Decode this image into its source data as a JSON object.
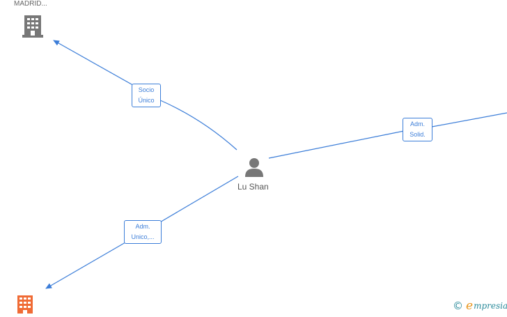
{
  "nodes": {
    "company_top": {
      "label": "MADRID...",
      "icon": "building-icon",
      "color": "#777777"
    },
    "person": {
      "label": "Lu Shan",
      "icon": "person-icon",
      "color": "#777777"
    },
    "company_bottom": {
      "label": "",
      "icon": "building-icon",
      "color": "#f06b35"
    }
  },
  "edges": {
    "socio": {
      "line1": "Socio",
      "line2": "Único"
    },
    "adm_solid": {
      "line1": "Adm.",
      "line2": "Solid."
    },
    "adm_unico": {
      "line1": "Adm.",
      "line2": "Unico,..."
    }
  },
  "edge_color": "#3b7dd8",
  "brand": {
    "copyright": "©",
    "initial": "e",
    "name": "mpresia"
  }
}
